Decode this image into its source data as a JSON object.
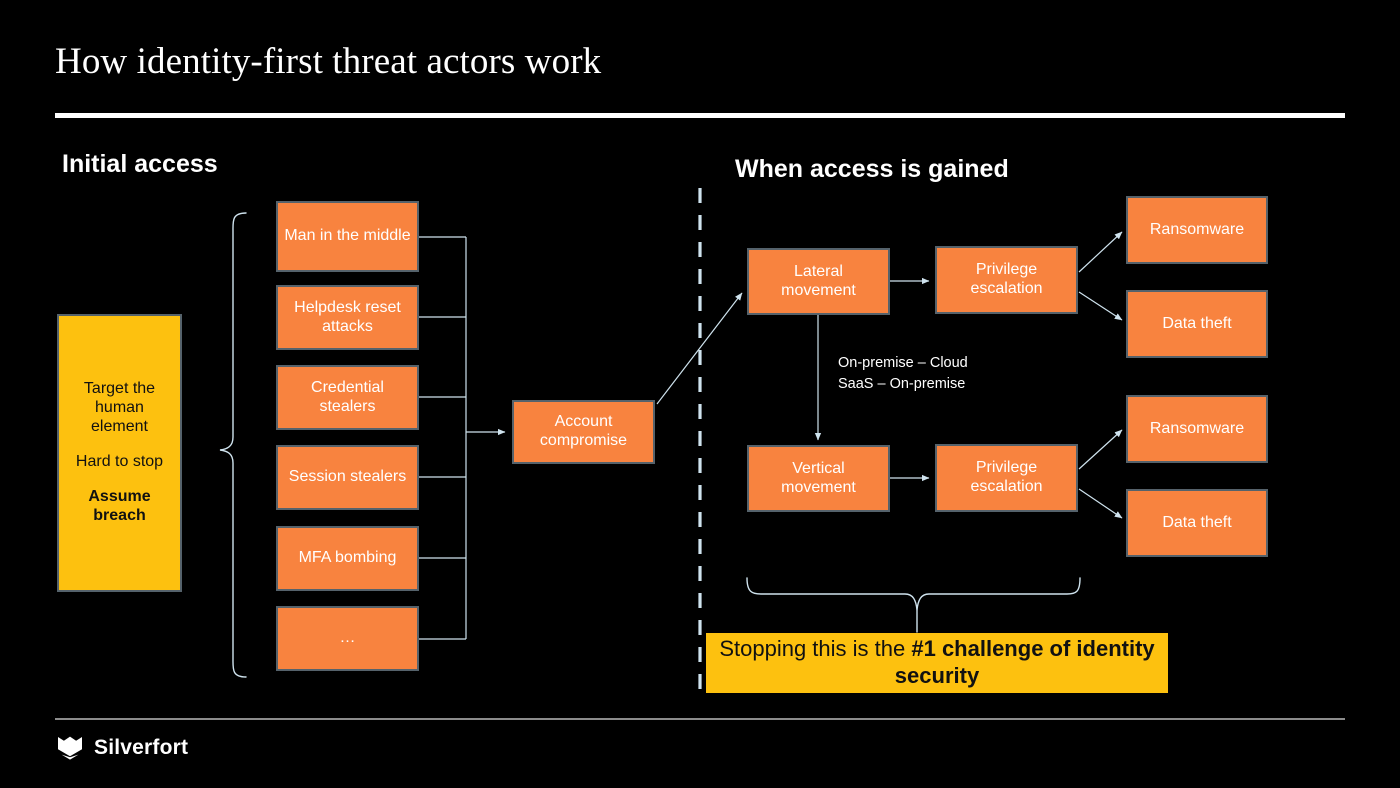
{
  "slide": {
    "title": "How identity-first threat actors work",
    "background_color": "#000000",
    "accent_orange": "#F8833F",
    "accent_yellow": "#FDC10F",
    "line_color": "#CFE3EE",
    "box_border": "#55626B"
  },
  "sections": {
    "left_heading": "Initial access",
    "right_heading": "When access is gained"
  },
  "left": {
    "human_box": {
      "line1": "Target the human element",
      "line2": "Hard to stop",
      "line3": "Assume breach"
    },
    "techniques": [
      {
        "label": "Man in the middle"
      },
      {
        "label": "Helpdesk reset attacks"
      },
      {
        "label": "Credential stealers"
      },
      {
        "label": "Session stealers"
      },
      {
        "label": "MFA bombing"
      },
      {
        "label": "…"
      }
    ],
    "outcome": {
      "label": "Account compromise"
    }
  },
  "right": {
    "annotation": {
      "line1": "On-premise – Cloud",
      "line2": "SaaS – On-premise"
    },
    "rows": [
      {
        "movement": "Lateral movement",
        "escalation": "Privilege escalation",
        "impacts": [
          "Ransomware",
          "Data theft"
        ]
      },
      {
        "movement": "Vertical movement",
        "escalation": "Privilege escalation",
        "impacts": [
          "Ransomware",
          "Data theft"
        ]
      }
    ]
  },
  "banner": {
    "normal": "Stopping this is the ",
    "strong": "#1 challenge of identity security"
  },
  "footer": {
    "brand": "Silverfort",
    "logo_icon": "silverfort-shield-icon"
  }
}
